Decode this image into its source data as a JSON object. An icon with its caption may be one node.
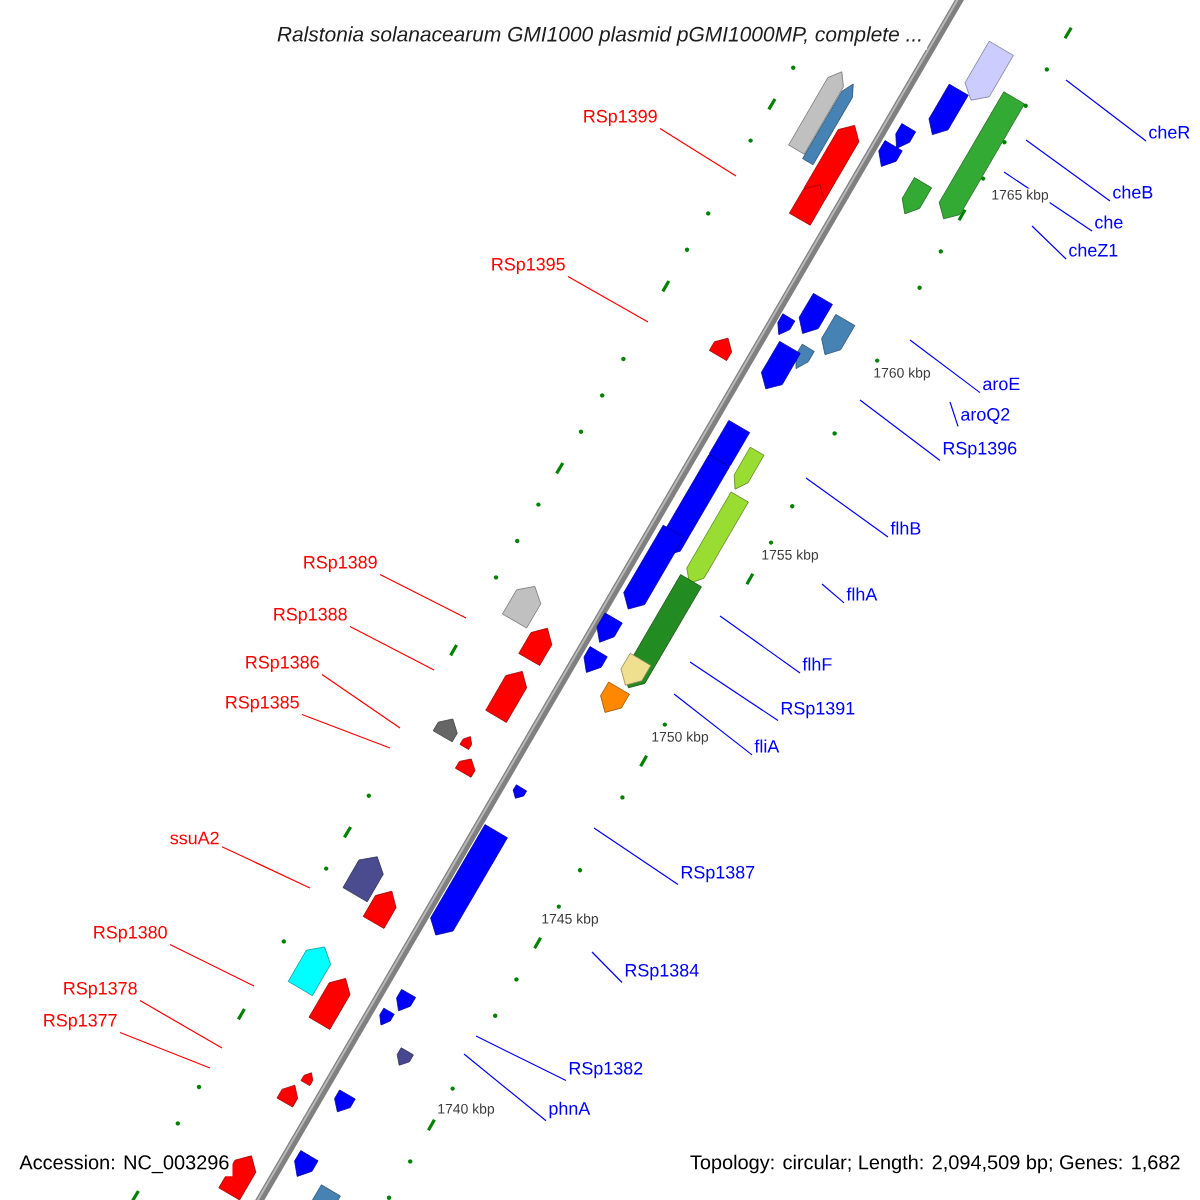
{
  "diagram": {
    "title": "Ralstonia solanacearum GMI1000 plasmid pGMI1000MP, complete ...",
    "nodes": [
      {
        "text": [
          "RSp1399"
        ]
      },
      {
        "text": [
          "RSp1395"
        ]
      },
      {
        "text": [
          "RSp1389"
        ]
      },
      {
        "text": [
          "RSp1388"
        ]
      },
      {
        "text": [
          "RSp1386"
        ]
      },
      {
        "text": [
          "RSp1385"
        ]
      },
      {
        "text": [
          "ssuA2"
        ]
      },
      {
        "text": [
          "RSp1380"
        ]
      },
      {
        "text": [
          "RSp1378"
        ]
      },
      {
        "text": [
          "RSp1377"
        ]
      },
      {
        "text": [
          "cheR"
        ]
      },
      {
        "text": [
          "cheB"
        ]
      },
      {
        "text": [
          "che"
        ]
      },
      {
        "text": [
          "cheZ1"
        ]
      },
      {
        "text": [
          "aroE"
        ]
      },
      {
        "text": [
          "aroQ2"
        ]
      },
      {
        "text": [
          "RSp1396"
        ]
      },
      {
        "text": [
          "flhB"
        ]
      },
      {
        "text": [
          "flhA"
        ]
      },
      {
        "text": [
          "flhF"
        ]
      },
      {
        "text": [
          "RSp1391"
        ]
      },
      {
        "text": [
          "fliA"
        ]
      },
      {
        "text": [
          "RSp1387"
        ]
      },
      {
        "text": [
          "RSp1384"
        ]
      },
      {
        "text": [
          "RSp1382"
        ]
      },
      {
        "text": [
          "phnA"
        ]
      }
    ],
    "edges": [
      {
        "from": 0,
        "to": null,
        "arrow": "none",
        "color": "#ff0000"
      },
      {
        "from": 1,
        "to": null,
        "arrow": "none",
        "color": "#ff0000"
      },
      {
        "from": 2,
        "to": null,
        "arrow": "none",
        "color": "#ff0000"
      },
      {
        "from": 3,
        "to": null,
        "arrow": "none",
        "color": "#ff0000"
      },
      {
        "from": 4,
        "to": null,
        "arrow": "none",
        "color": "#ff0000"
      },
      {
        "from": 5,
        "to": null,
        "arrow": "none",
        "color": "#ff0000"
      },
      {
        "from": 6,
        "to": null,
        "arrow": "none",
        "color": "#ff0000"
      },
      {
        "from": 7,
        "to": null,
        "arrow": "none",
        "color": "#ff0000"
      },
      {
        "from": 8,
        "to": null,
        "arrow": "none",
        "color": "#ff0000"
      },
      {
        "from": 9,
        "to": null,
        "arrow": "none",
        "color": "#ff0000"
      },
      {
        "from": 10,
        "to": null,
        "arrow": "none"
      },
      {
        "from": 11,
        "to": null,
        "arrow": "none"
      },
      {
        "from": 12,
        "to": null,
        "arrow": "none"
      },
      {
        "from": 13,
        "to": null,
        "arrow": "none"
      },
      {
        "from": 14,
        "to": null,
        "arrow": "none"
      },
      {
        "from": 15,
        "to": null,
        "arrow": "none"
      },
      {
        "from": 16,
        "to": null,
        "arrow": "none"
      },
      {
        "from": 17,
        "to": null,
        "arrow": "none"
      },
      {
        "from": 18,
        "to": null,
        "arrow": "none"
      },
      {
        "from": 19,
        "to": null,
        "arrow": "none"
      },
      {
        "from": 20,
        "to": null,
        "arrow": "none"
      },
      {
        "from": 21,
        "to": null,
        "arrow": "none"
      },
      {
        "from": 22,
        "to": null,
        "arrow": "none"
      },
      {
        "from": 23,
        "to": null,
        "arrow": "none"
      },
      {
        "from": 24,
        "to": null,
        "arrow": "none"
      },
      {
        "from": 25,
        "to": null,
        "arrow": "none"
      }
    ],
    "labels": [
      "1765 kbp",
      "1760 kbp",
      "1755 kbp",
      "1750 kbp",
      "1745 kbp",
      "1740 kbp",
      "Accession: NC_003296",
      "Topology: circular; Length: 2,094,509 bp; Genes: 1,682"
    ]
  }
}
